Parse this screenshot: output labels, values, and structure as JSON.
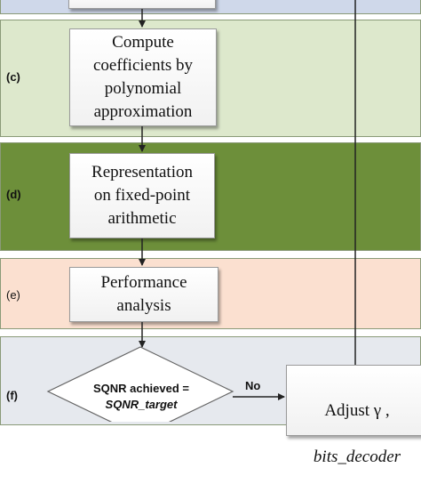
{
  "stages": {
    "c": {
      "label": "(c)",
      "box_text": "Compute\ncoefficients by\npolynomial\napproximation",
      "band_color": "#dde8cc"
    },
    "d": {
      "label": "(d)",
      "box_text": "Representation\non fixed-point\narithmetic",
      "band_color": "#6d8f3a"
    },
    "e": {
      "label": "(e)",
      "box_text": "Performance\nanalysis",
      "band_color": "#fbe0d0"
    },
    "f": {
      "label": "(f)",
      "decision_line1": "SQNR achieved =",
      "decision_line2": "SQNR_target",
      "no_label": "No",
      "adjust_line1": "Adjust γ ,",
      "adjust_line2": "bits_decoder",
      "band_color": "#e6e9ee"
    }
  },
  "top_band_color": "#cfd8ea"
}
